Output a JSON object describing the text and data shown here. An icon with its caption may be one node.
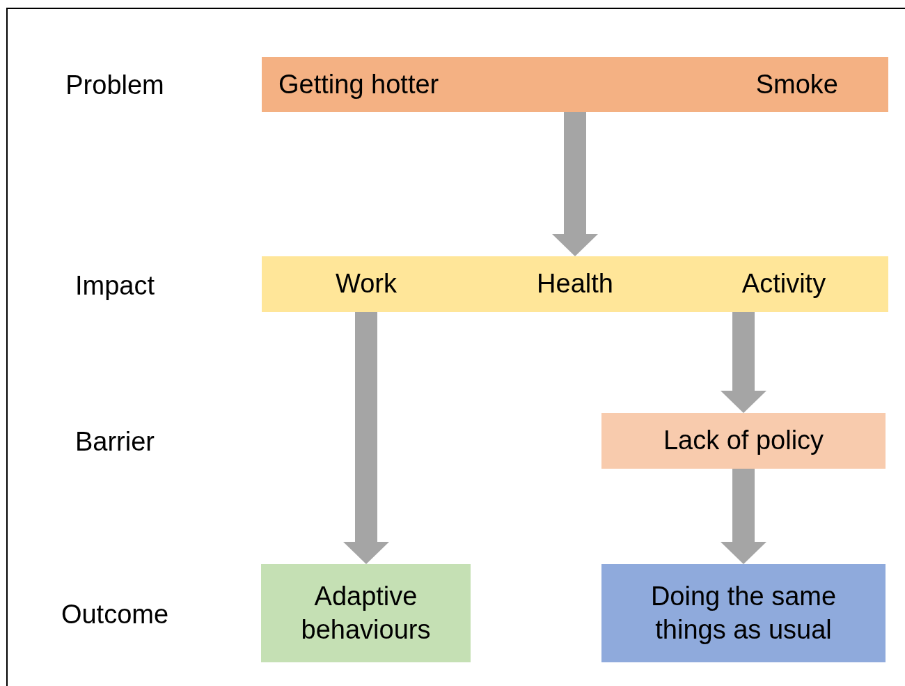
{
  "diagram": {
    "nodes": [
      {
        "text": [
          "Getting hotter",
          "Smoke"
        ]
      },
      {
        "text": [
          "Work",
          "Health",
          "Activity"
        ]
      },
      {
        "text": [
          "Lack of policy"
        ]
      },
      {
        "text": [
          "Adaptive behaviours"
        ]
      },
      {
        "text": [
          "Doing the same things as usual"
        ]
      }
    ],
    "edges": [
      {
        "from": 0,
        "to": 1,
        "arrow": "to",
        "style": "thick"
      },
      {
        "from": 1,
        "to": 3,
        "arrow": "to",
        "style": "thick"
      },
      {
        "from": 1,
        "to": 2,
        "arrow": "to",
        "style": "thick"
      },
      {
        "from": 2,
        "to": 4,
        "arrow": "to",
        "style": "thick"
      }
    ],
    "labels": [
      "Problem",
      "Impact",
      "Barrier",
      "Outcome"
    ]
  }
}
